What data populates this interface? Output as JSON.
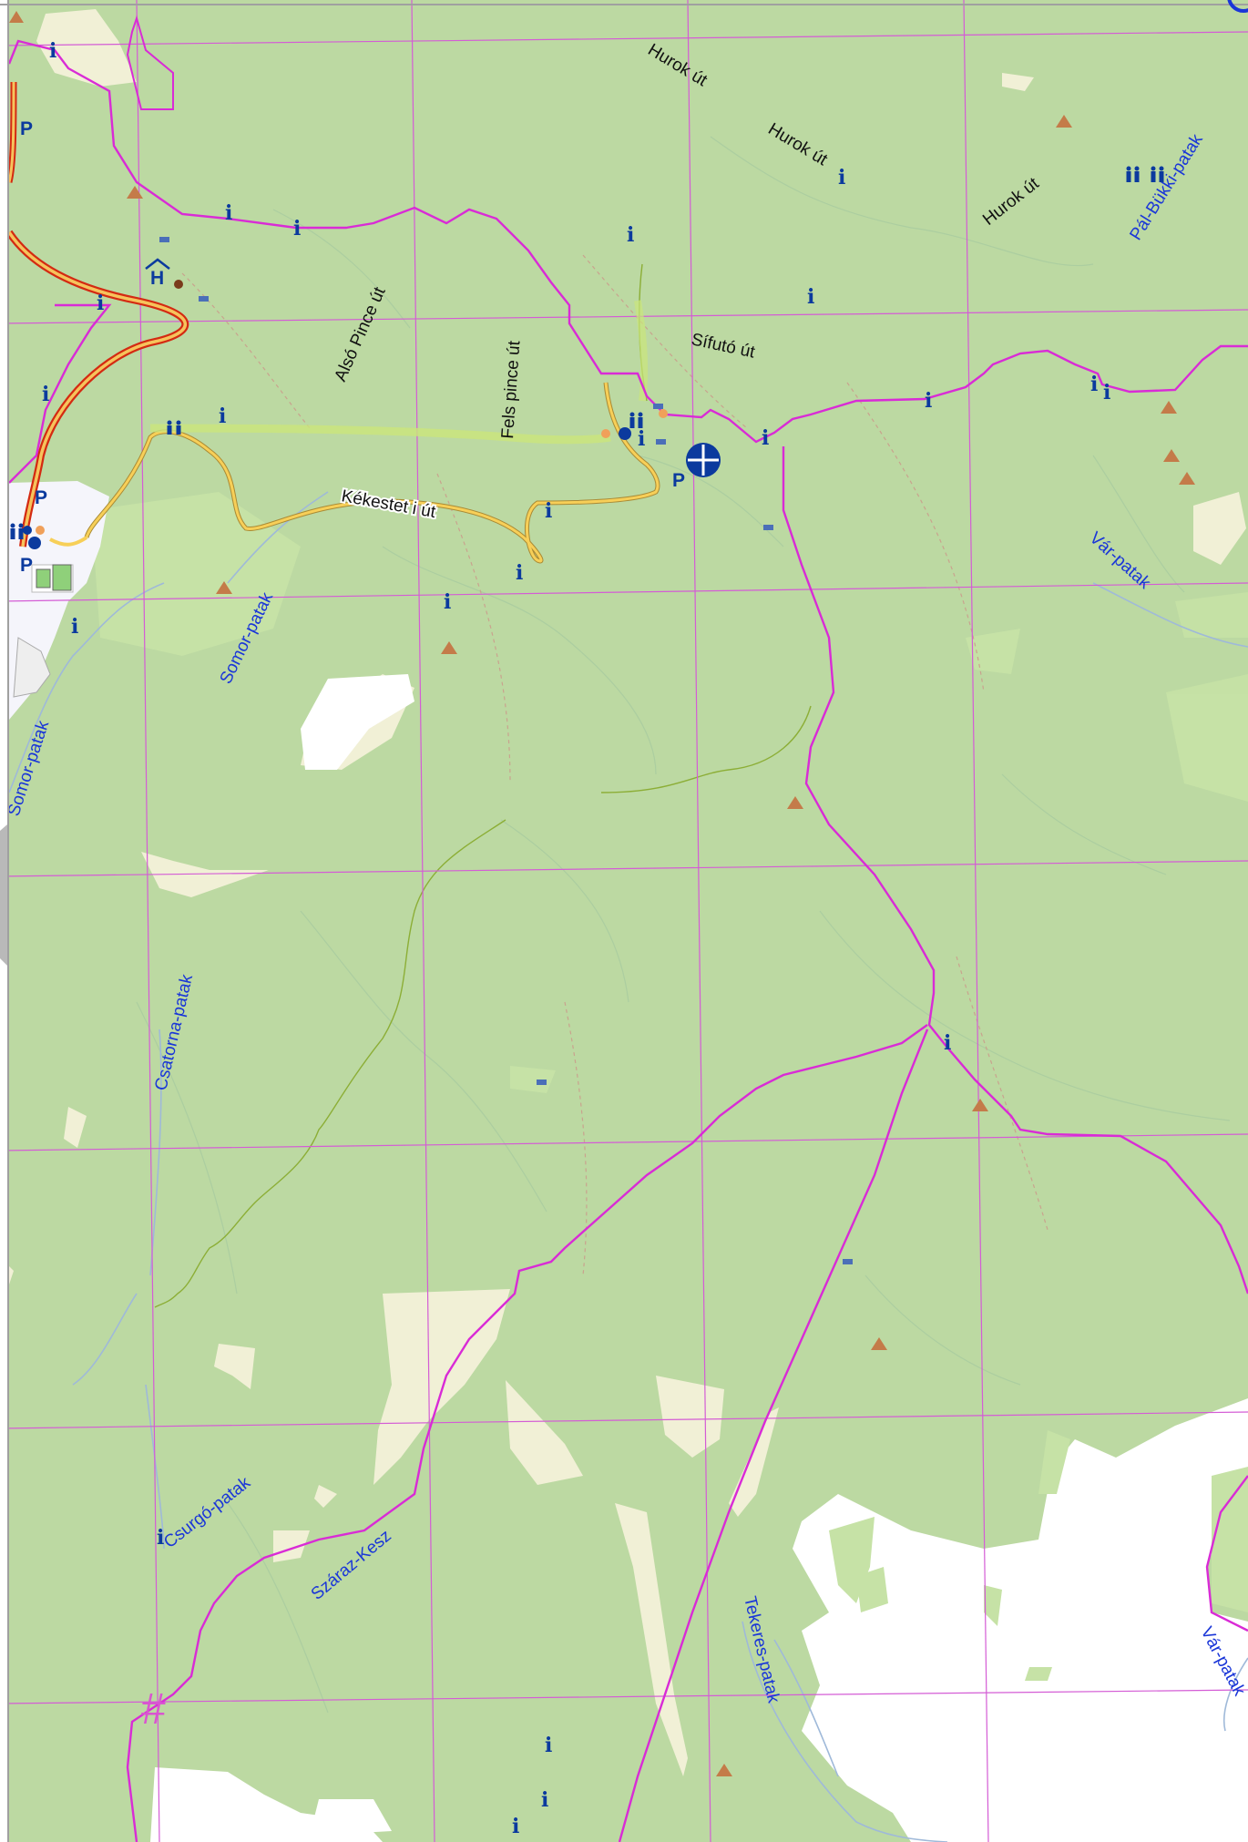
{
  "map": {
    "colors": {
      "forest": "#bcd9a2",
      "forest_light": "#c8e3a8",
      "meadow": "#f1f0d6",
      "settlement": "#f5f5fb",
      "trail": "#d92bd6",
      "grid": "#d45cd5",
      "stream": "#1a36d8",
      "road_casing": "#d42a12",
      "road_fill": "#f6c35c",
      "minor_road": "#f7cf58",
      "peak": "#c47b49",
      "poi": "#0b3a9e"
    },
    "road_labels": {
      "hurok_1": "Hurok út",
      "hurok_2": "Hurok út",
      "hurok_3": "Hurok út",
      "sifuto": "Sífutó út",
      "also_pince": "Alsó Pince út",
      "fels_pince": "Fels  pince út",
      "kekestet": "Kékestet  i út"
    },
    "stream_labels": {
      "pal_bukki": "Pál-Bükki-patak",
      "var_1": "Vár-patak",
      "var_2": "Vár-patak",
      "somor_1": "Somor-patak",
      "somor_2": "Somor-patak",
      "csatorna": "Csatorna-patak",
      "csurgo": "Csurgó-patak",
      "szaraz": "Száraz-Kesz",
      "tekeres": "Tekeres-patak"
    },
    "symbols": {
      "info": "i",
      "parking": "P",
      "hotel": "H",
      "hash": "#"
    },
    "icons": {
      "info": "info-icon",
      "parking": "parking-icon",
      "hotel": "hotel-icon",
      "peak": "peak-triangle-icon",
      "toilet": "toilet-icon",
      "picnic": "picnic-bench-icon",
      "landmark": "cross-circle-landmark-icon",
      "hash": "hash-marker-icon"
    }
  }
}
